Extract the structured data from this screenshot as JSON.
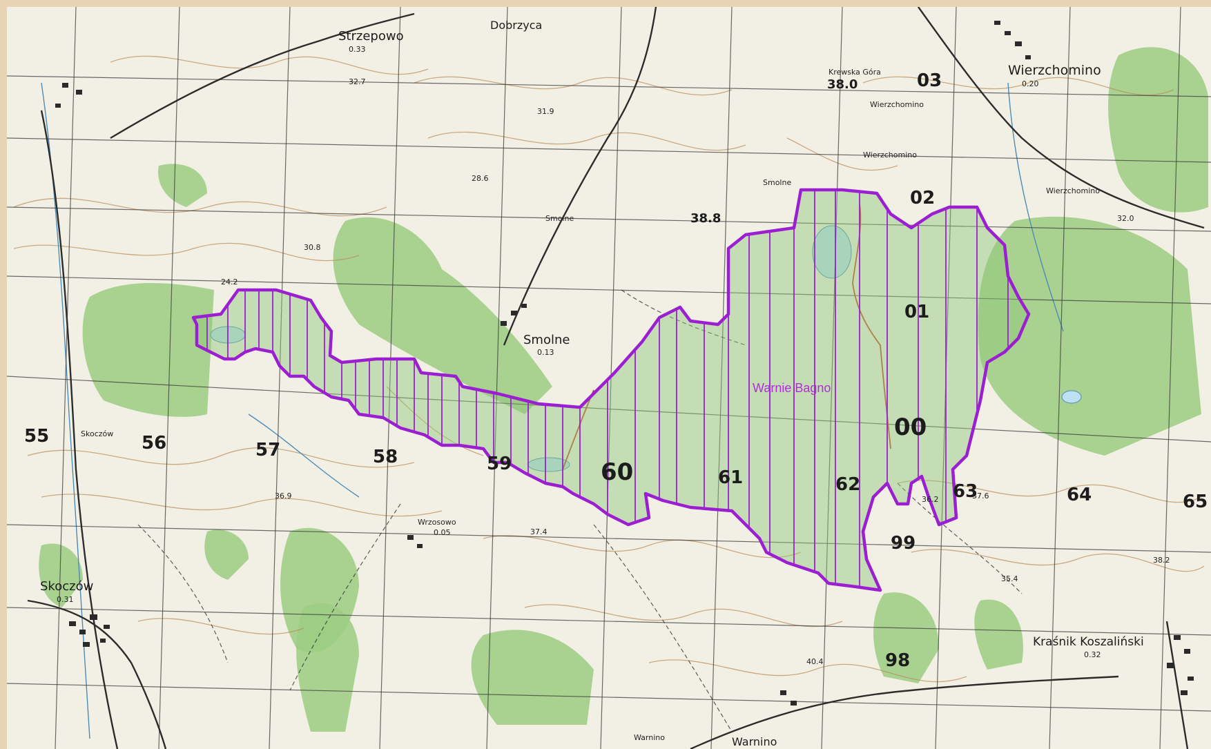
{
  "reserve_label": "Warnie Bagno",
  "colors": {
    "boundary": "#9b1fd1",
    "forest": "#9ccc82",
    "water": "#bfe0f2",
    "paper": "#f2f0e4",
    "frame": "#e8d3b4"
  },
  "grid_numbers": {
    "n55": "55",
    "n56": "56",
    "n57": "57",
    "n58": "58",
    "n59": "59",
    "n60": "60",
    "n61": "61",
    "n62": "62",
    "n63": "63",
    "n64": "64",
    "n65": "65",
    "n00": "00",
    "n01": "01",
    "n02": "02",
    "n03": "03",
    "n98": "98",
    "n99": "99"
  },
  "places": {
    "strzepowo": "Strzepowo",
    "strzepowo_num": "0.33",
    "dobrzyca": "Dobrzyca",
    "wierzchomino": "Wierzchomino",
    "wierzchomino_num": "0.20",
    "wierzchomino_small": "Wierzchomino",
    "wierzchomino_2": "Wierzchomino",
    "wierzchomino_3": "Wierzchomino",
    "smolne": "Smolne",
    "smolne_num": "0.13",
    "smolne_small": "Smolne",
    "smolne_small2": "Smolne",
    "skoczow": "Skoczów",
    "skoczow_num": "0.31",
    "skoczow_small": "Skoczów",
    "krasnik": "Kraśnik Koszaliński",
    "krasnik_num": "0.32",
    "wrzosowo": "Wrzosowo",
    "wrzosowo_num": "0.05",
    "kmk": "Krewska Góra",
    "warnino": "Warnino",
    "warnino2": "Warnino"
  },
  "spot_heights": {
    "h380": "38.0",
    "h388": "38.8",
    "h320": "32.0",
    "h369": "36.9",
    "h374": "37.4",
    "h404": "40.4",
    "h354": "35.4",
    "h362": "36.2",
    "h376": "37.6",
    "h286": "28.6",
    "h308": "30.8",
    "h242": "24.2",
    "h319": "31.9",
    "h382": "38.2",
    "h327": "32.7"
  }
}
